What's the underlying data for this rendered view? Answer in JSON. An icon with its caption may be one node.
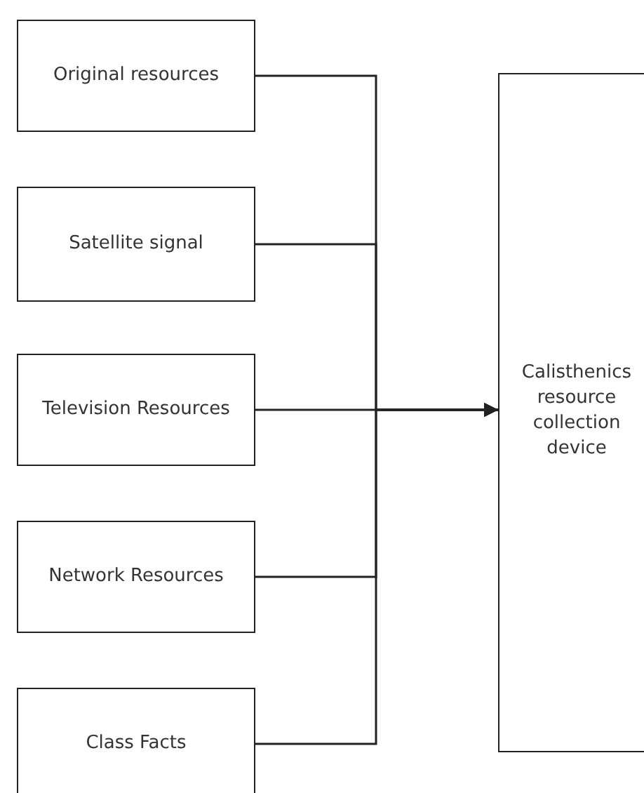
{
  "diagram": {
    "nodes": [
      {
        "text": [
          "Original resources"
        ]
      },
      {
        "text": [
          "Satellite signal"
        ]
      },
      {
        "text": [
          "Television Resources"
        ]
      },
      {
        "text": [
          "Network Resources"
        ]
      },
      {
        "text": [
          "Class Facts"
        ]
      },
      {
        "text": [
          "Calisthenics resource collection device"
        ]
      }
    ],
    "edges": [
      {
        "from": 0,
        "to": 5,
        "arrow": "to"
      },
      {
        "from": 1,
        "to": 5,
        "arrow": "to"
      },
      {
        "from": 2,
        "to": 5,
        "arrow": "to"
      },
      {
        "from": 3,
        "to": 5,
        "arrow": "to"
      },
      {
        "from": 4,
        "to": 5,
        "arrow": "to"
      }
    ]
  }
}
